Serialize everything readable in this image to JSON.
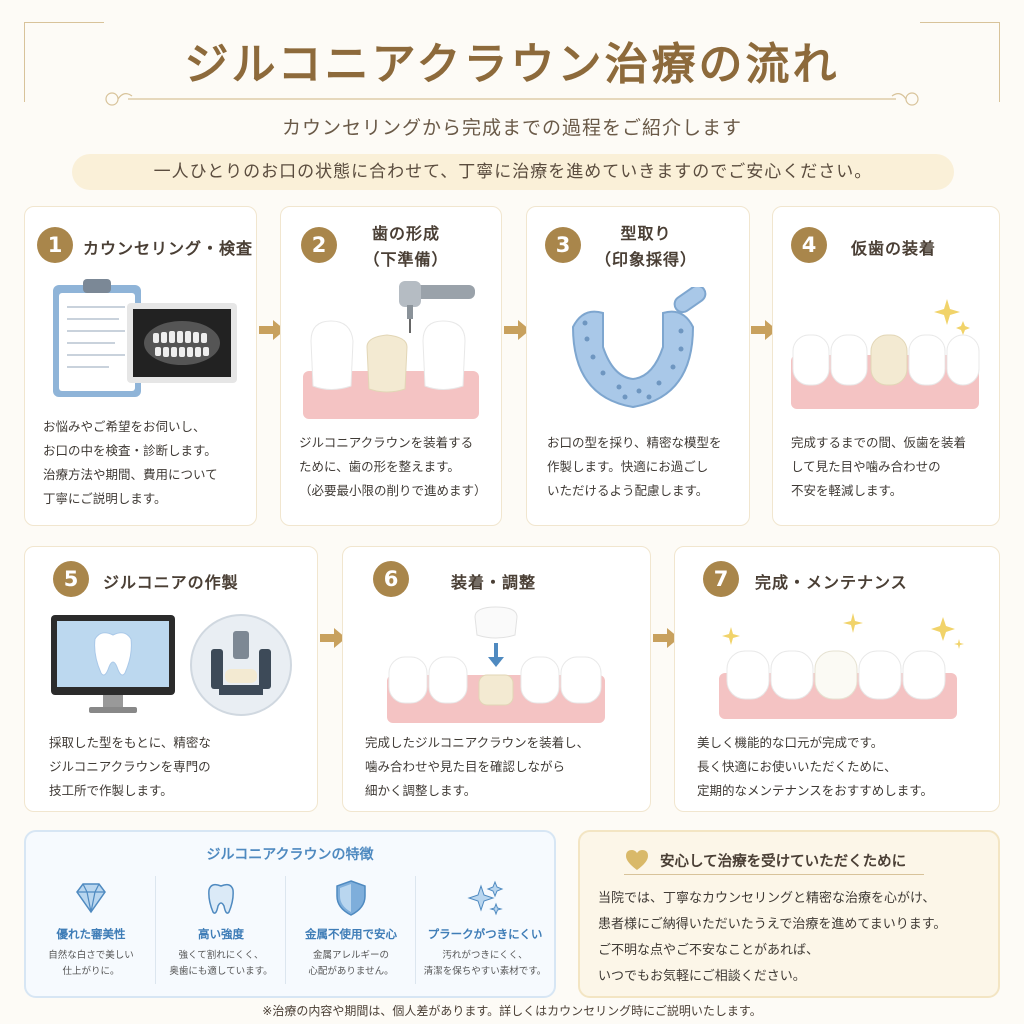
{
  "header": {
    "title": "ジルコニアクラウン治療の流れ",
    "subtitle": "カウンセリングから完成までの過程をご紹介します",
    "notice": "一人ひとりのお口の状態に合わせて、丁寧に治療を進めていきますのでご安心ください。"
  },
  "steps": [
    {
      "number": "1",
      "title": "カウンセリング・検査",
      "desc": "お悩みやご希望をお伺いし、\nお口の中を検査・診断します。\n治療方法や期間、費用について\n丁寧にご説明します。"
    },
    {
      "number": "2",
      "title": "歯の形成\n（下準備）",
      "desc": "ジルコニアクラウンを装着する\nために、歯の形を整えます。\n（必要最小限の削りで進めます）"
    },
    {
      "number": "3",
      "title": "型取り\n（印象採得）",
      "desc": "お口の型を採り、精密な模型を\n作製します。快適にお過ごし\nいただけるよう配慮します。"
    },
    {
      "number": "4",
      "title": "仮歯の装着",
      "desc": "完成するまでの間、仮歯を装着\nして見た目や噛み合わせの\n不安を軽減します。"
    },
    {
      "number": "5",
      "title": "ジルコニアの作製",
      "desc": "採取した型をもとに、精密な\nジルコニアクラウンを専門の\n技工所で作製します。"
    },
    {
      "number": "6",
      "title": "装着・調整",
      "desc": "完成したジルコニアクラウンを装着し、\n噛み合わせや見た目を確認しながら\n細かく調整します。"
    },
    {
      "number": "7",
      "title": "完成・メンテナンス",
      "desc": "美しく機能的な口元が完成です。\n長く快適にお使いいただくために、\n定期的なメンテナンスをおすすめします。"
    }
  ],
  "features": {
    "title": "ジルコニアクラウンの特徴",
    "items": [
      {
        "icon": "diamond-icon",
        "name": "優れた審美性",
        "desc": "自然な白さで美しい\n仕上がりに。"
      },
      {
        "icon": "tooth-icon",
        "name": "高い強度",
        "desc": "強くて割れにくく、\n奥歯にも適しています。"
      },
      {
        "icon": "shield-icon",
        "name": "金属不使用で安心",
        "desc": "金属アレルギーの\n心配がありません。"
      },
      {
        "icon": "sparkle-icon",
        "name": "プラークがつきにくい",
        "desc": "汚れがつきにくく、\n清潔を保ちやすい素材です。"
      }
    ]
  },
  "reassurance": {
    "icon": "heart-icon",
    "title": "安心して治療を受けていただくために",
    "body": "当院では、丁寧なカウンセリングと精密な治療を心がけ、\n患者様にご納得いただいたうえで治療を進めてまいります。\nご不明な点やご不安なことがあれば、\nいつでもお気軽にご相談ください。"
  },
  "footnote": "※治療の内容や期間は、個人差があります。詳しくはカウンセリング時にご説明いたします。",
  "colors": {
    "gold": "#a9864b",
    "title_gold": "#8d6a3b",
    "accent_blue": "#4f8ac0",
    "gum_pink": "#f4c3c3",
    "background": "#fdfbf6"
  }
}
